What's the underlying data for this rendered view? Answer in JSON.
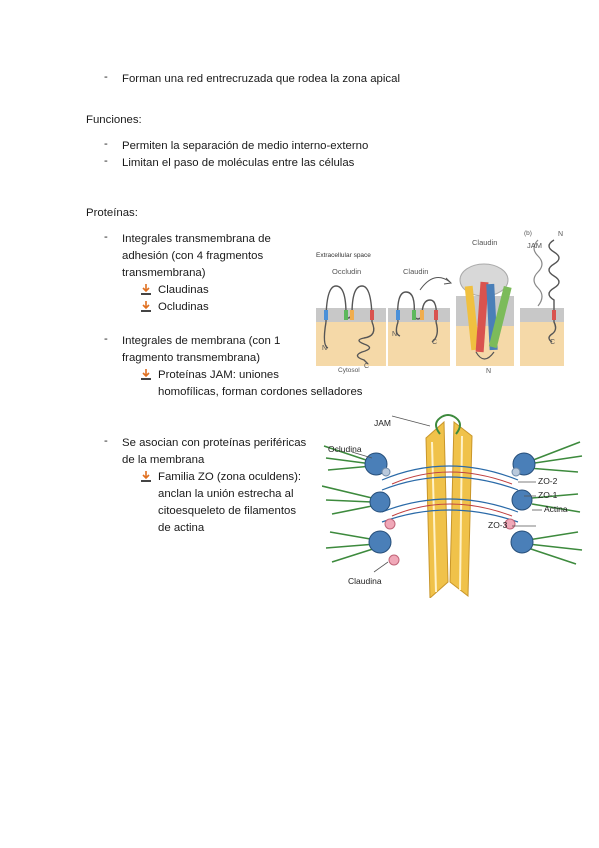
{
  "bullets": {
    "dash": "-",
    "red": "Forman una red entrecruzada que rodea la zona apical"
  },
  "funciones": {
    "heading": "Funciones:",
    "items": [
      "Permiten la separación de medio interno-externo",
      "Limitan el paso de moléculas entre las células"
    ]
  },
  "proteinas": {
    "heading": "Proteínas:",
    "group1": {
      "lines": [
        "Integrales transmembrana de",
        "adhesión (con 4 fragmentos",
        "transmembrana)"
      ],
      "sub": [
        "Claudinas",
        "Ocludinas"
      ]
    },
    "group2": {
      "lines": [
        "Integrales de membrana (con 1",
        "fragmento transmembrana)"
      ],
      "sub": [
        "Proteínas JAM: uniones",
        "homofílicas, forman cordones selladores"
      ]
    },
    "group3": {
      "lines": [
        "Se asocian con proteínas periféricas",
        "de la membrana"
      ],
      "sub": [
        "Familia ZO (zona oculdens):",
        "anclan la unión estrecha al",
        "citoesqueleto de filamentos",
        "de actina"
      ]
    }
  },
  "figure1": {
    "extracellular": "Extracellular space",
    "occludin": "Occludin",
    "claudin": "Claudin",
    "claudin2": "Claudin",
    "b": "(b)",
    "jam": "JAM",
    "cytosol": "Cytosol",
    "n": "N",
    "c": "C"
  },
  "figure2": {
    "jam": "JAM",
    "ocludina": "Ocludina",
    "zo2": "ZO-2",
    "zo1": "ZO-1",
    "actina": "Actina",
    "zo3": "ZO-3",
    "claudina": "Claudina"
  },
  "colors": {
    "arrow": "#e07020",
    "membrane": "#c8c8c8",
    "cytosol": "#f5d9a8",
    "strand": "#e8b84a",
    "zo": "#4a7fb8",
    "actin": "#3d8a3d"
  }
}
